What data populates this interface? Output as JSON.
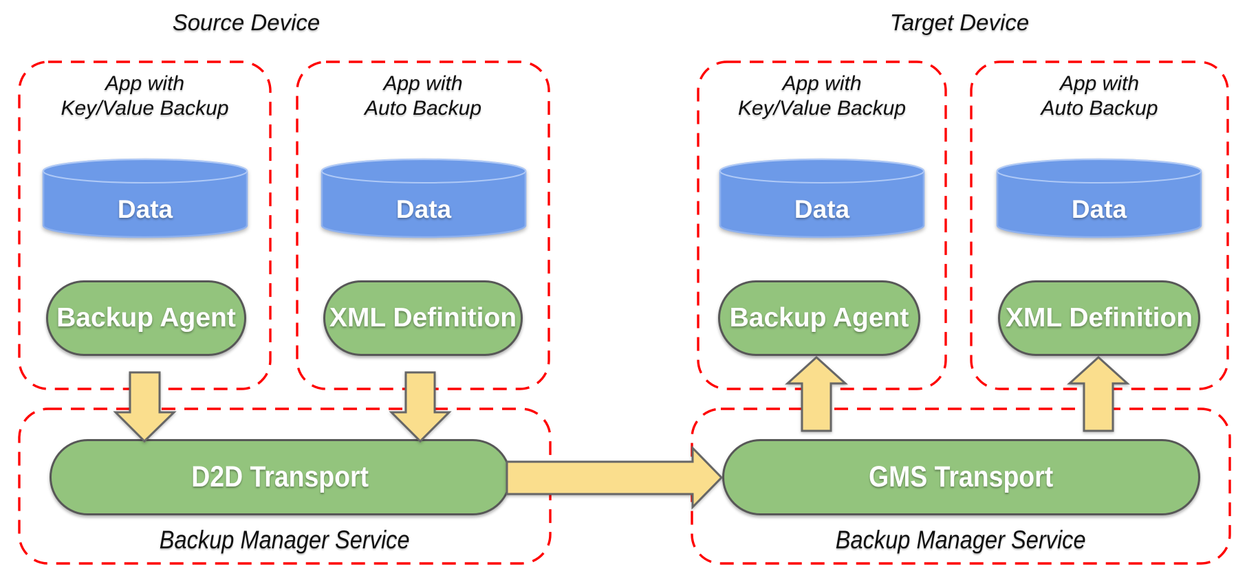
{
  "titles": {
    "source": "Source Device",
    "target": "Target Device"
  },
  "source_device": {
    "apps": [
      {
        "label_line1": "App with",
        "label_line2": "Key/Value Backup",
        "data_store": "Data",
        "component": "Backup Agent"
      },
      {
        "label_line1": "App with",
        "label_line2": "Auto Backup",
        "data_store": "Data",
        "component": "XML Definition"
      }
    ],
    "backup_manager": {
      "label": "Backup Manager Service",
      "transport": "D2D Transport"
    }
  },
  "target_device": {
    "apps": [
      {
        "label_line1": "App with",
        "label_line2": "Key/Value Backup",
        "data_store": "Data",
        "component": "Backup Agent"
      },
      {
        "label_line1": "App with",
        "label_line2": "Auto Backup",
        "data_store": "Data",
        "component": "XML Definition"
      }
    ],
    "backup_manager": {
      "label": "Backup Manager Service",
      "transport": "GMS Transport"
    }
  },
  "arrows": [
    {
      "name": "backup-agent-to-d2d-transport",
      "direction": "down"
    },
    {
      "name": "xml-definition-to-d2d-transport",
      "direction": "down"
    },
    {
      "name": "d2d-transport-to-gms-transport",
      "direction": "right"
    },
    {
      "name": "gms-transport-to-backup-agent",
      "direction": "up"
    },
    {
      "name": "gms-transport-to-xml-definition",
      "direction": "up"
    }
  ],
  "colors": {
    "background": "#ffffff",
    "boundary_dash": "#fe0000",
    "cylinder_fill": "#6d9ae8",
    "cylinder_stroke": "#8fb2ef",
    "cylinder_top_stroke": "#afc9f6",
    "pill_fill": "#93c47d",
    "pill_stroke": "#575757",
    "arrow_fill": "#fade8d",
    "arrow_stroke": "#666666",
    "shape_label": "#ffffff",
    "text": "#0f0f0f"
  }
}
